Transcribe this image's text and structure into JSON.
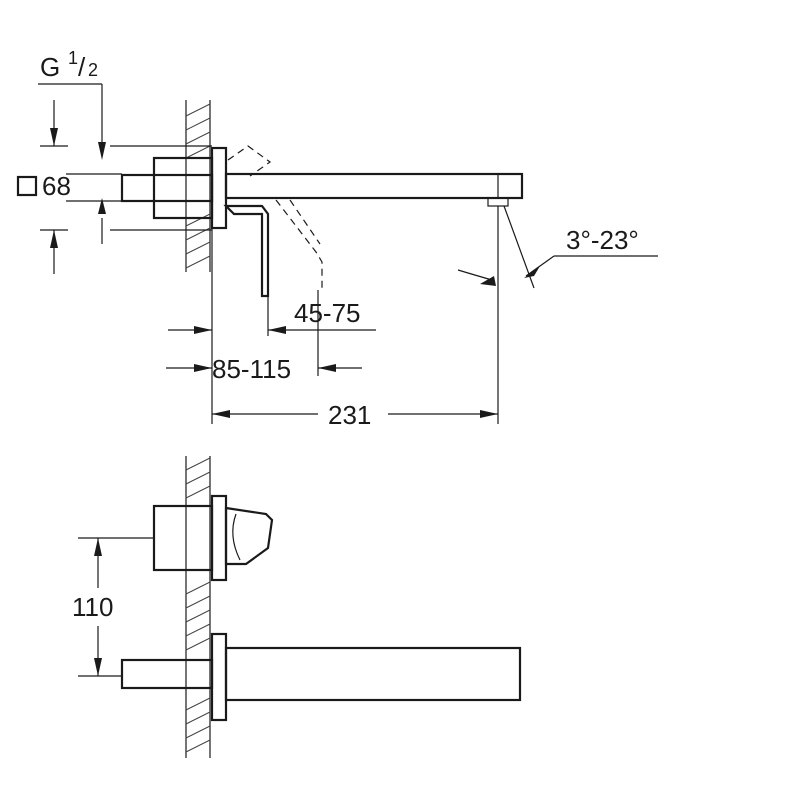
{
  "top_view": {
    "thread_label": "G",
    "thread_numerator": "1",
    "thread_denominator": "2",
    "square_label": "68",
    "spout_angle_label": "3°-23°",
    "handle_range_label": "45-75",
    "wall_depth_label": "85-115",
    "spout_length_label": "231"
  },
  "side_view": {
    "height_label": "110"
  }
}
